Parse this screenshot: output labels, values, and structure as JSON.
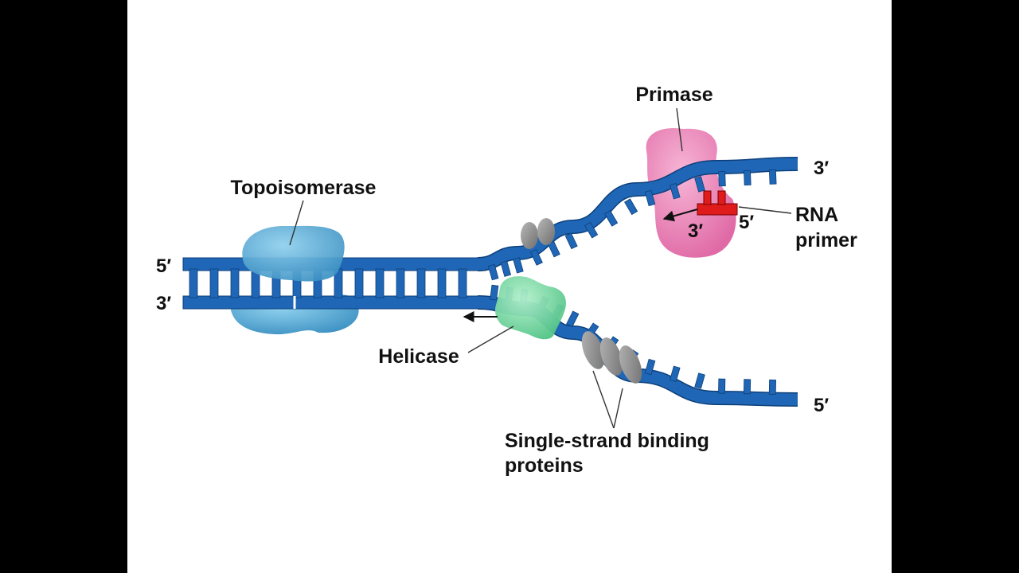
{
  "labels": {
    "topoisomerase": "Topoisomerase",
    "primase": "Primase",
    "helicase": "Helicase",
    "rna_primer_line1": "RNA",
    "rna_primer_line2": "primer",
    "ssb_line1": "Single-strand binding",
    "ssb_line2": "proteins"
  },
  "strand_ends": {
    "parent_top_left": "5′",
    "parent_bottom_left": "3′",
    "upper_right": "3′",
    "lower_right": "5′",
    "primer_3": "3′",
    "primer_5": "5′"
  },
  "colors": {
    "dna_strand": "#1f67b6",
    "dna_outline": "#0d3f7a",
    "topoisomerase": "#55a9d4",
    "primase": "#ee86b8",
    "helicase": "#7fd9a6",
    "ssb_protein": "#8a8a8a",
    "rna_primer": "#e01b1b",
    "background": "#ffffff",
    "frame": "#000000"
  }
}
